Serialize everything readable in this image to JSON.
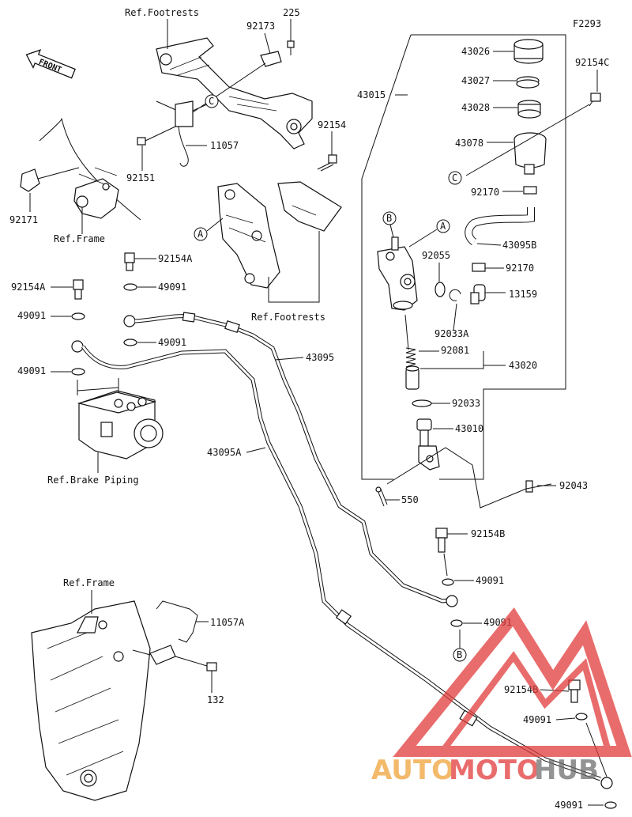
{
  "diagram_code": "F2293",
  "front_label": "FRONT",
  "references": {
    "footrests_top": "Ref.Footrests",
    "footrests_mid": "Ref.Footrests",
    "frame_top": "Ref.Frame",
    "frame_bottom": "Ref.Frame",
    "brake_piping": "Ref.Brake Piping"
  },
  "callouts": {
    "A": "A",
    "B": "B",
    "C": "C"
  },
  "parts": {
    "p225": "225",
    "p92173": "92173",
    "p11057": "11057",
    "p92151": "92151",
    "p92171": "92171",
    "p92154_top": "92154",
    "p92154A_1": "92154A",
    "p92154A_2": "92154A",
    "p49091_1": "49091",
    "p49091_2": "49091",
    "p49091_3": "49091",
    "p49091_4": "49091",
    "p49091_5": "49091",
    "p49091_6": "49091",
    "p49091_7": "49091",
    "p49091_8": "49091",
    "p43095": "43095",
    "p43095A": "43095A",
    "p43015": "43015",
    "p43026": "43026",
    "p43027": "43027",
    "p43028": "43028",
    "p43078": "43078",
    "p92154C": "92154C",
    "p92170_1": "92170",
    "p92170_2": "92170",
    "p43095B": "43095B",
    "p92055": "92055",
    "p13159": "13159",
    "p92033A": "92033A",
    "p92081": "92081",
    "p43020": "43020",
    "p92033": "92033",
    "p43010": "43010",
    "p92043": "92043",
    "p550": "550",
    "p92154B_1": "92154B",
    "p92154B_2": "92154B",
    "p11057A": "11057A",
    "p132": "132"
  },
  "watermark": {
    "auto": "AUTO",
    "moto": "MOTO",
    "hub": "HUB"
  },
  "colors": {
    "ink": "#111111",
    "watermark_red": "#e23b3b",
    "watermark_orange": "#f0a43a",
    "watermark_gray": "#6f6f6f"
  }
}
